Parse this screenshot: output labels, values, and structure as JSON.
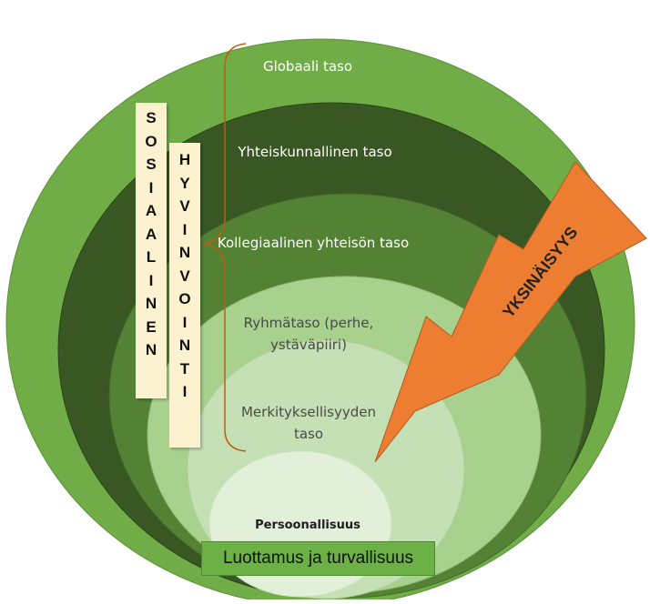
{
  "levels": {
    "global": "Globaali taso",
    "societal": "Yhteiskunnallinen taso",
    "collegial": "Kollegiaalinen yhteisön taso",
    "group_line1": "Ryhmätaso (perhe,",
    "group_line2": "ystäväpiiri)",
    "meaning_line1": "Merkityksellisyyden",
    "meaning_line2": "taso",
    "personality": "Persoonallisuus"
  },
  "base_label": "Luottamus ja turvallisuus",
  "loneliness_label": "YKSINÄISYYS",
  "banner_social": [
    "S",
    "O",
    "S",
    "I",
    "A",
    "A",
    "L",
    "I",
    "N",
    "E",
    "N"
  ],
  "banner_wellbeing": [
    "H",
    "Y",
    "V",
    "I",
    "N",
    "V",
    "O",
    "I",
    "N",
    "T",
    "I"
  ],
  "colors": {
    "outer_ring": "#70ad47",
    "societal_ring": "#385723",
    "collegial_ring": "#548235",
    "group_ring": "#a9d18e",
    "meaning_ring": "#c5e0b4",
    "personality_core": "#e2f0d9",
    "lightning": "#ed7d31",
    "bracket": "#c55a11",
    "banner": "#fdf2cf"
  }
}
